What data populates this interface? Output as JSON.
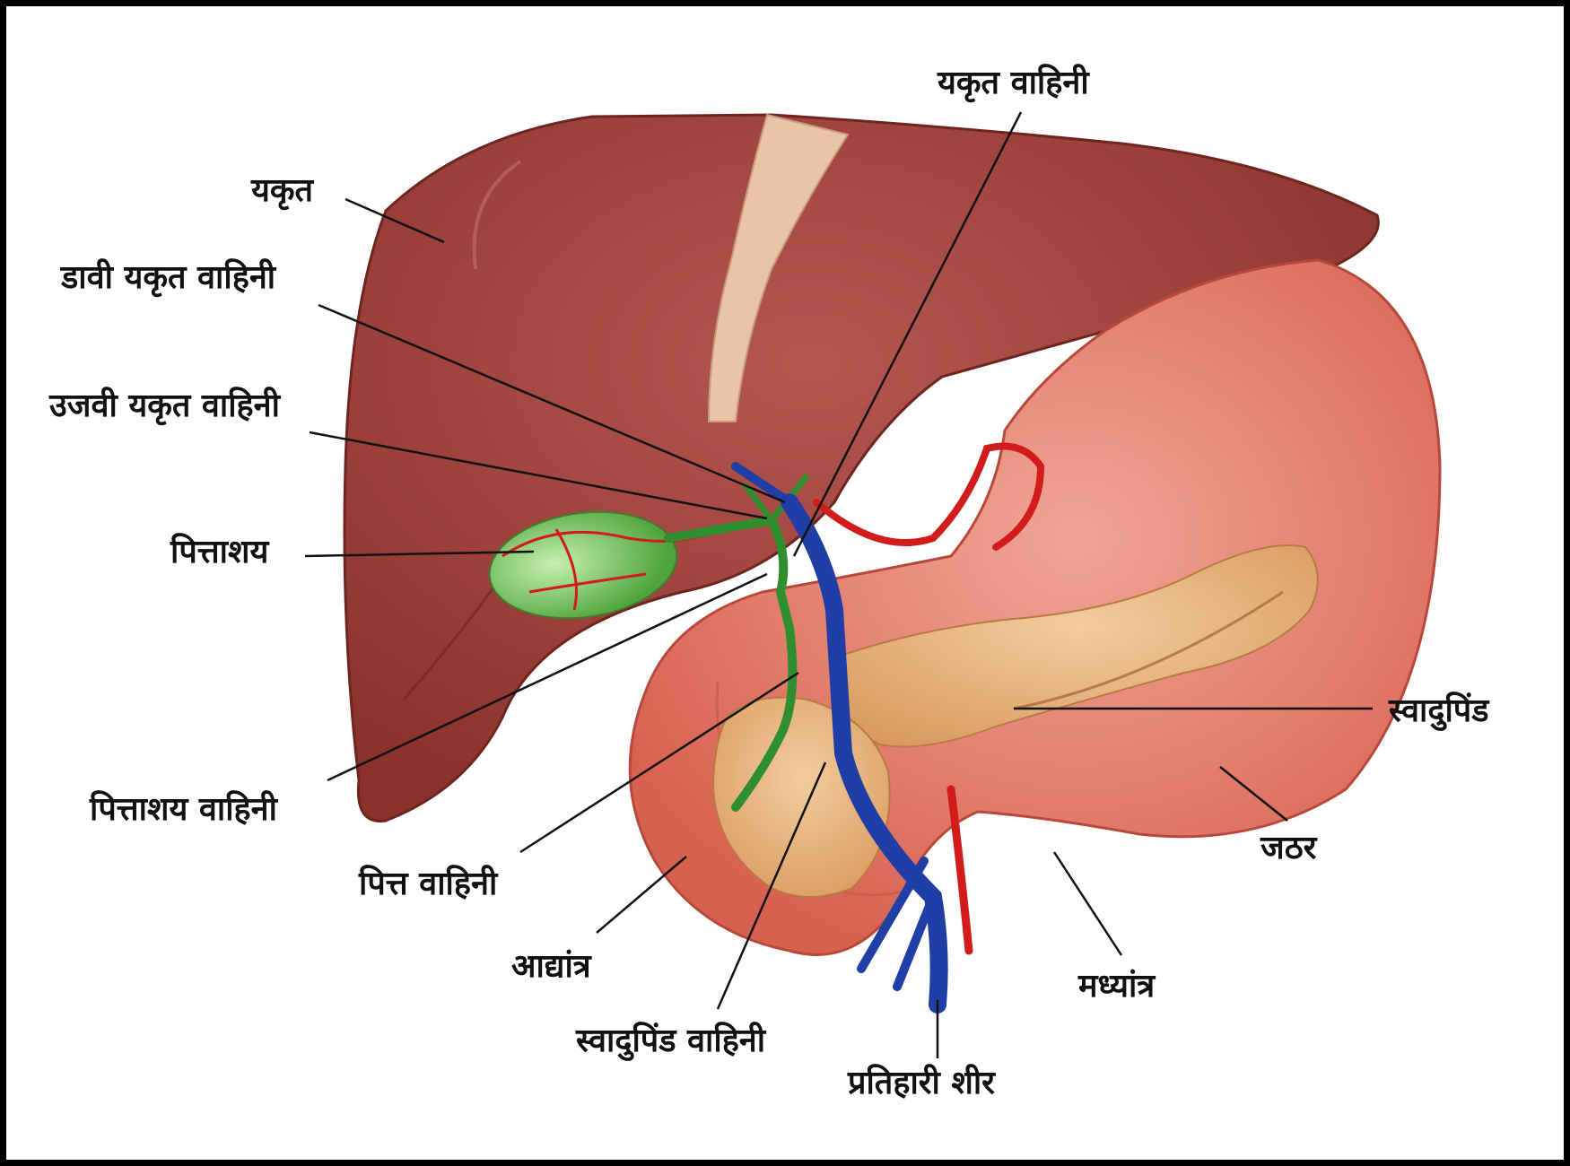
{
  "diagram": {
    "labels": {
      "yakrut": "यकृत",
      "davi_yakrut_vahini": "डावी यकृत वाहिनी",
      "ujavi_yakrut_vahini": "उजवी यकृत वाहिनी",
      "pittashay": "पित्ताशय",
      "pittashay_vahini": "पित्ताशय वाहिनी",
      "pitta_vahini": "पित्त वाहिनी",
      "adyantra": "आद्यांत्र",
      "swadupind_vahini": "स्वादुपिंड वाहिनी",
      "pratihari_shir": "प्रतिहारी शीर",
      "madhyantra": "मध्यांत्र",
      "jathar": "जठर",
      "swadupind": "स्वादुपिंड",
      "yakrut_vahini": "यकृत वाहिनी"
    },
    "colors": {
      "liver": "#9a3d37",
      "liver_highlight": "#b5574f",
      "stomach": "#e07b6a",
      "stomach_highlight": "#f0a696",
      "gallbladder": "#6fc25a",
      "bile_duct": "#2f8f2f",
      "artery": "#d21c1c",
      "vein": "#1f3fa6",
      "pancreas": "#e7b27d",
      "ligament": "#e9c4a8"
    }
  }
}
